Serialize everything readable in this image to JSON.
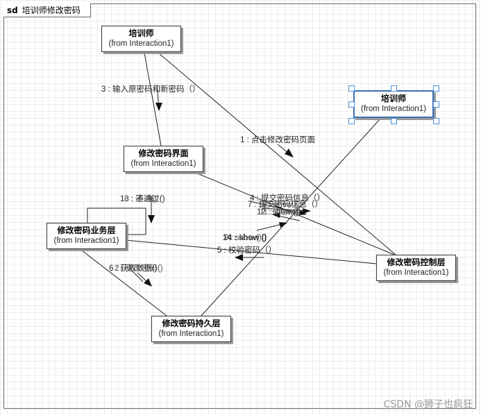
{
  "frame": {
    "keyword": "sd",
    "title": "培训师修改密码"
  },
  "nodes": {
    "trainer_top": {
      "name": "培训师",
      "from": "(from Interaction1)"
    },
    "trainer_right": {
      "name": "培训师",
      "from": "(from Interaction1)"
    },
    "ui": {
      "name": "修改密码界面",
      "from": "(from Interaction1)"
    },
    "business": {
      "name": "修改密码业务层",
      "from": "(from Interaction1)"
    },
    "control": {
      "name": "修改密码控制层",
      "from": "(from Interaction1)"
    },
    "persist": {
      "name": "修改密码持久层",
      "from": "(from Interaction1)"
    }
  },
  "messages": {
    "m3": "3 : 输入原密码和新密码（）",
    "m1": "1 : 点击修改密码页面",
    "m13a": "13 : 不通过()",
    "m13b": "8 : 通过()",
    "m4": "4 : 提交密码信息（）",
    "m7a": "7 : 提交密码信息（）",
    "m7b": "10 : show ()",
    "m12a": "12 : show ()",
    "m12b": "11 : show ()",
    "m14a": "14 : show ()",
    "m14b": "9 : show ()",
    "m5": "5 : 校验密码（）",
    "m6a": "6 : 获取数据()",
    "m6b": "2 : 更改密码()"
  },
  "watermark": "CSDN @狮子也疯狂"
}
